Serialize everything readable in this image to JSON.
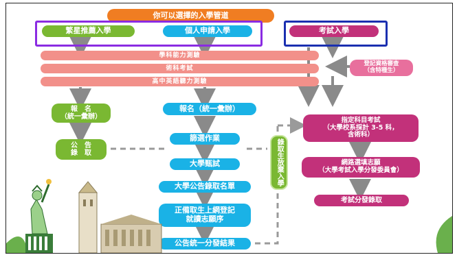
{
  "title": "你可以選擇的入學管道",
  "channels": {
    "star": "繁星推薦入學",
    "personal": "個人申請入學",
    "exam": "考試入學"
  },
  "tests": {
    "gsat": "學科能力測驗",
    "arts": "術科考試",
    "listening": "高中英語聽力測驗"
  },
  "register_check": "登記資格審查\n（含特種生）",
  "star_flow": {
    "apply": "報　名\n（統一彙辦）",
    "announce": "公　告\n錄　取"
  },
  "personal_flow": {
    "apply": "報名（統一彙辦）",
    "screening": "篩選作業",
    "selection": "大學甄試",
    "announce_list": "大學公告錄取名單",
    "register": "正備取生上網登記\n就讀志願序",
    "result": "公告統一分發結果"
  },
  "waiver": "錄取生放棄入學",
  "exam_flow": {
    "ast": "指定科目考試\n（大學校系採計 3-5 科，\n含術科）",
    "online": "網路選填志願\n（大學考試入學分發委員會）",
    "placement": "考試分發錄取"
  },
  "colors": {
    "purple_highlight": "#8a2be2",
    "blue_highlight": "#1a2fb0"
  }
}
